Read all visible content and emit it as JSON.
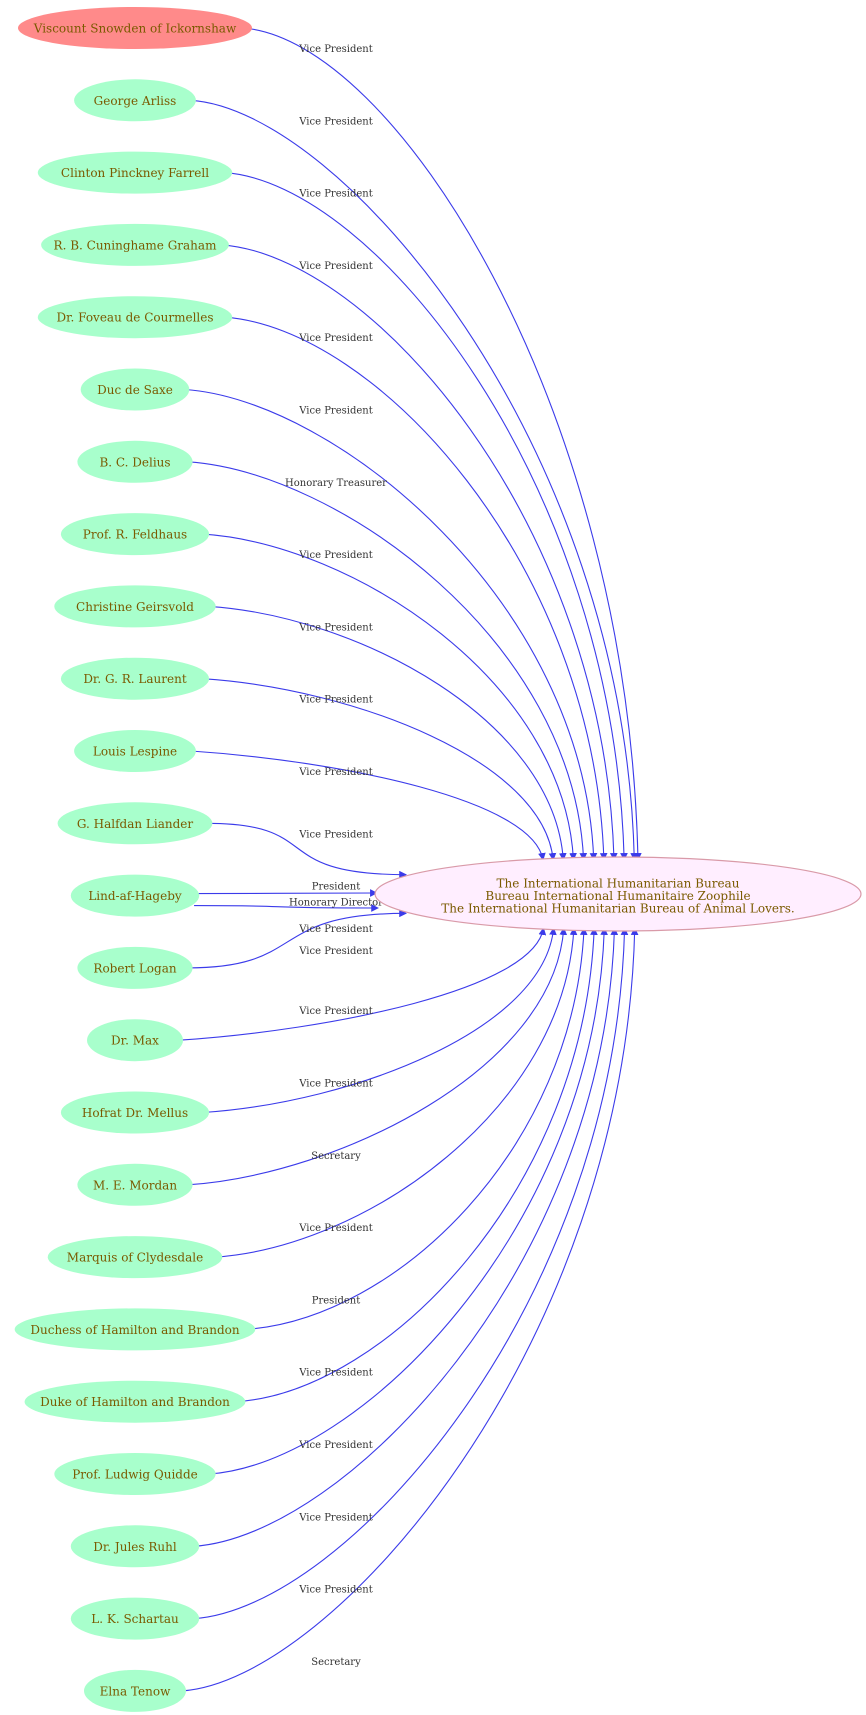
{
  "colors": {
    "edge": "#3b3bea",
    "person_fill": "#a8ffcc",
    "highlight_fill": "#ff8a8a",
    "org_fill": "#ffeeff",
    "org_stroke": "#d99aa8",
    "node_text": "#7a5a00",
    "edge_text": "#333333"
  },
  "organization": {
    "lines": [
      "The International Humanitarian Bureau",
      "Bureau International Humanitaire Zoophile",
      "The International Humanitarian Bureau of Animal Lovers."
    ]
  },
  "people": [
    {
      "name": "Viscount Snowden of Ickornshaw",
      "role": "Vice President",
      "highlight": true
    },
    {
      "name": "George Arliss",
      "role": "Vice President"
    },
    {
      "name": "Clinton Pinckney Farrell",
      "role": "Vice President"
    },
    {
      "name": "R. B. Cuninghame Graham",
      "role": "Vice President"
    },
    {
      "name": "Dr. Foveau de Courmelles",
      "role": "Vice President"
    },
    {
      "name": "Duc de Saxe",
      "role": "Vice President"
    },
    {
      "name": "B. C. Delius",
      "role": "Honorary Treasurer"
    },
    {
      "name": "Prof. R. Feldhaus",
      "role": "Vice President"
    },
    {
      "name": "Christine Geirsvold",
      "role": "Vice President"
    },
    {
      "name": "Dr. G. R. Laurent",
      "role": "Vice President"
    },
    {
      "name": "Louis Lespine",
      "role": "Vice President"
    },
    {
      "name": "G. Halfdan Liander",
      "role": "Vice President"
    },
    {
      "name": "Lind-af-Hageby",
      "role": "President",
      "role2": "Honorary Director"
    },
    {
      "name": "Robert Logan",
      "role": "Vice President"
    },
    {
      "name": "Dr. Max",
      "role": "Vice President"
    },
    {
      "name": "Hofrat Dr. Mellus",
      "role": "Vice President"
    },
    {
      "name": "M. E. Mordan",
      "role": "Secretary"
    },
    {
      "name": "Marquis of Clydesdale",
      "role": "Vice President"
    },
    {
      "name": "Duchess of Hamilton and Brandon",
      "role": "President"
    },
    {
      "name": "Duke of Hamilton and Brandon",
      "role": "Vice President"
    },
    {
      "name": "Prof. Ludwig Quidde",
      "role": "Vice President"
    },
    {
      "name": "Dr. Jules Ruhl",
      "role": "Vice President"
    },
    {
      "name": "L. K. Schartau",
      "role": "Vice President"
    },
    {
      "name": "Elna Tenow",
      "role": "Secretary"
    }
  ],
  "extra_edge_labels": [
    "Vice President"
  ]
}
